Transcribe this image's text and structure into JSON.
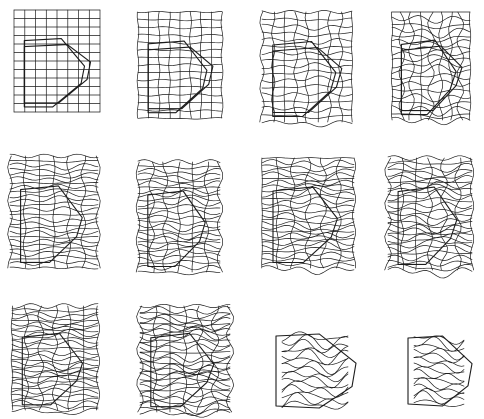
{
  "figure": {
    "panels": [
      {
        "id": "grid-01",
        "kind": "grid",
        "stage": 1,
        "distortion": 0.0
      },
      {
        "id": "grid-02",
        "kind": "grid",
        "stage": 2,
        "distortion": 0.2
      },
      {
        "id": "grid-03",
        "kind": "grid",
        "stage": 3,
        "distortion": 0.45
      },
      {
        "id": "grid-04",
        "kind": "grid",
        "stage": 4,
        "distortion": 0.7
      },
      {
        "id": "grid-05",
        "kind": "dense",
        "stage": 5,
        "distortion": 0.5
      },
      {
        "id": "grid-06",
        "kind": "dense",
        "stage": 6,
        "distortion": 0.6
      },
      {
        "id": "grid-07",
        "kind": "dense",
        "stage": 7,
        "distortion": 0.65
      },
      {
        "id": "grid-08",
        "kind": "dense",
        "stage": 8,
        "distortion": 0.75
      },
      {
        "id": "grid-09",
        "kind": "dense",
        "stage": 9,
        "distortion": 0.6
      },
      {
        "id": "grid-10",
        "kind": "dense",
        "stage": 10,
        "distortion": 0.8
      },
      {
        "id": "grid-11",
        "kind": "hexagon",
        "stage": 11,
        "distortion": 0.9
      },
      {
        "id": "grid-12",
        "kind": "hexagon",
        "stage": 12,
        "distortion": 0.85
      }
    ]
  }
}
